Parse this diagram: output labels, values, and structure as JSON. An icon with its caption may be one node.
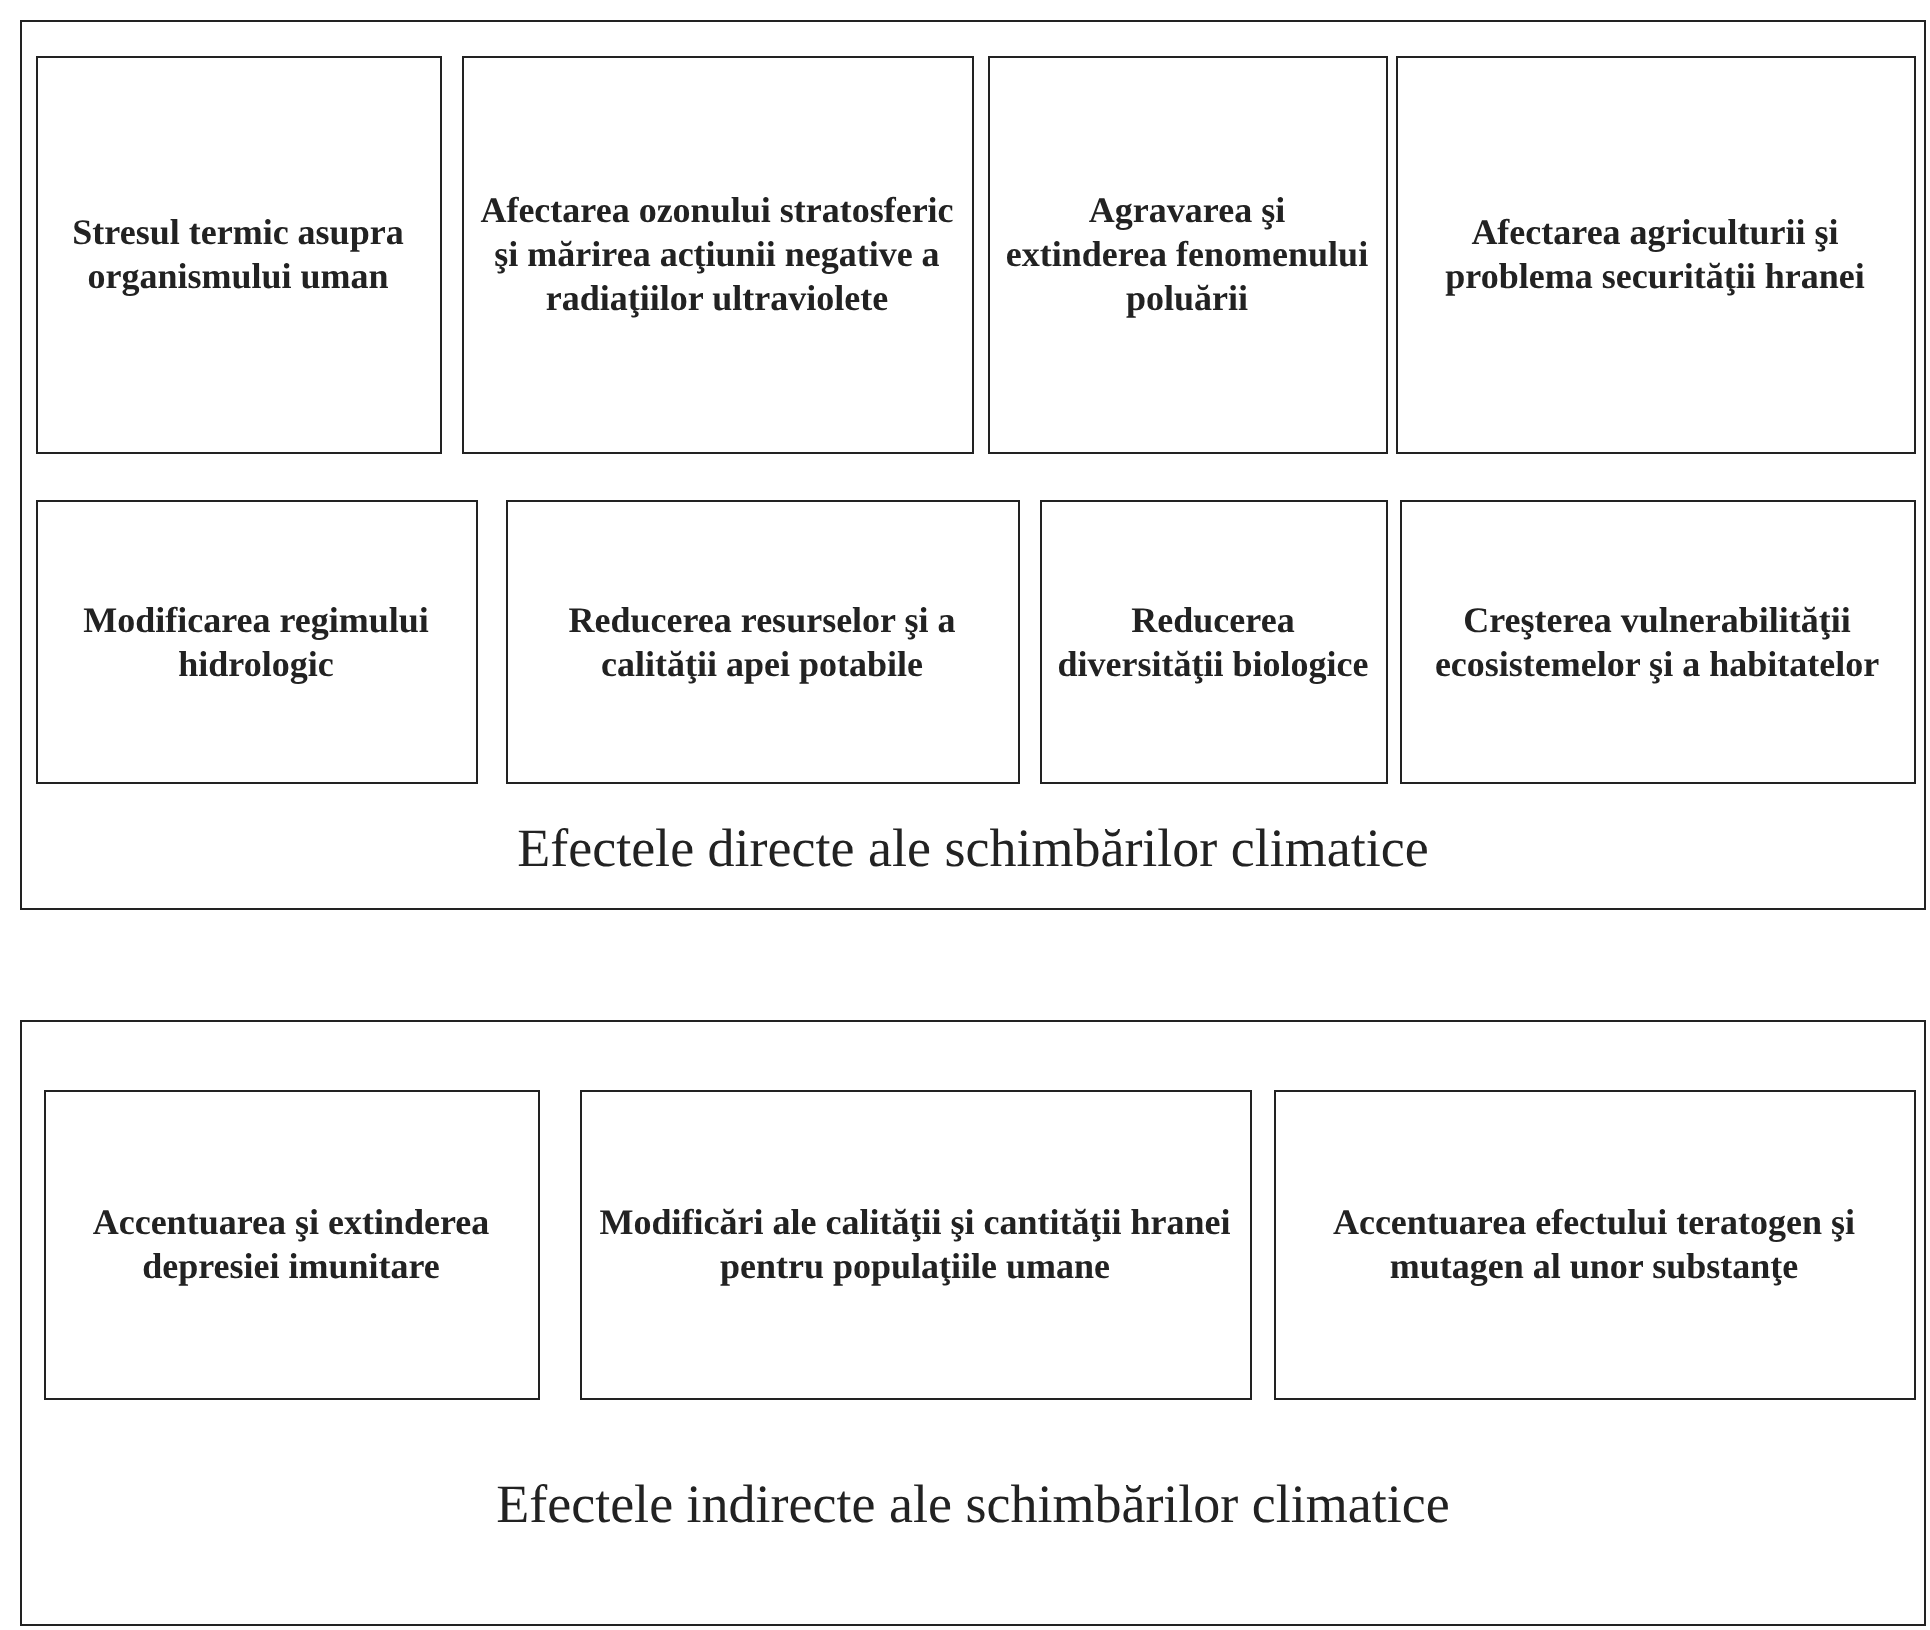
{
  "diagram": {
    "nodes": [
      {
        "text": [
          "Efectele directe ale schimbărilor climatice"
        ]
      },
      {
        "text": [
          "Stresul termic asupra organismului uman"
        ],
        "in": 0
      },
      {
        "text": [
          "Afectarea ozonului stratosferic şi mărirea acţiunii negative a radiaţiilor ultraviolete"
        ],
        "in": 0
      },
      {
        "text": [
          "Agravarea şi extinderea fenomenului poluării"
        ],
        "in": 0
      },
      {
        "text": [
          "Afectarea agriculturii şi problema securităţii hranei"
        ],
        "in": 0
      },
      {
        "text": [
          "Modificarea regimului hidrologic"
        ],
        "in": 0
      },
      {
        "text": [
          "Reducerea resurselor şi a calităţii apei potabile"
        ],
        "in": 0
      },
      {
        "text": [
          "Reducerea diversităţii biologice"
        ],
        "in": 0
      },
      {
        "text": [
          "Creşterea vulnerabilităţii ecosistemelor şi a habitatelor"
        ],
        "in": 0
      },
      {
        "text": [
          "Efectele indirecte ale schimbărilor climatice"
        ]
      },
      {
        "text": [
          "Accentuarea şi extinderea depresiei imunitare"
        ],
        "in": 9
      },
      {
        "text": [
          "Modificări ale calităţii şi cantităţii hranei pentru populaţiile umane"
        ],
        "in": 9
      },
      {
        "text": [
          "Accentuarea efectului teratogen şi mutagen al unor substanţe"
        ],
        "in": 9
      }
    ]
  }
}
